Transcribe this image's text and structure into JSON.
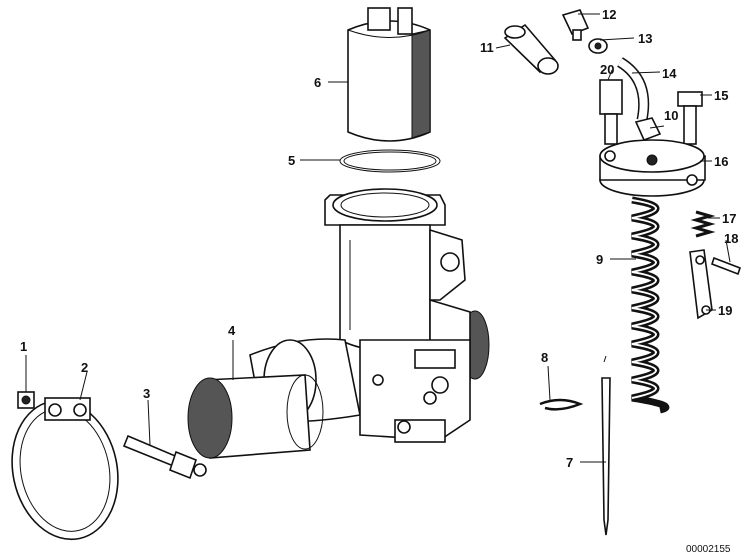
{
  "callouts": {
    "p1": "1",
    "p2": "2",
    "p3": "3",
    "p4": "4",
    "p5": "5",
    "p6": "6",
    "p7": "7",
    "p8": "8",
    "p9": "9",
    "p10": "10",
    "p11": "11",
    "p12": "12",
    "p13": "13",
    "p14": "14",
    "p15": "15",
    "p16": "16",
    "p17": "17",
    "p18": "18",
    "p19": "19",
    "p20": "20"
  },
  "catalog_number": "00002155"
}
